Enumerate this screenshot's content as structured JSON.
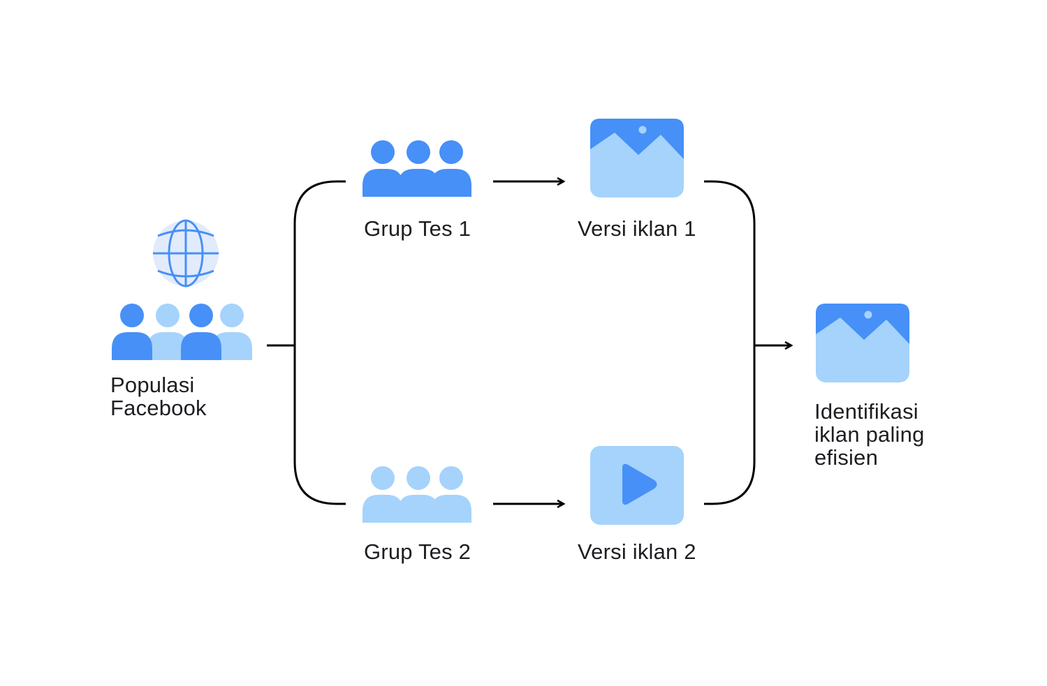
{
  "colors": {
    "primary": "#4690f7",
    "light": "#a5d3fc",
    "globe_fill": "#e2ebfb",
    "line": "#000000",
    "text": "#1c1e21"
  },
  "labels": {
    "population": "Populasi\nFacebook",
    "group1": "Grup Tes 1",
    "group2": "Grup Tes 2",
    "ad1": "Versi iklan 1",
    "ad2": "Versi iklan 2",
    "result": "Identifikasi\niklan paling\nefisien"
  },
  "icons": {
    "population": [
      "globe-icon",
      "people-icon"
    ],
    "group1": "people-group-icon",
    "group2": "people-group-icon",
    "ad1": "image-icon",
    "ad2": "video-play-icon",
    "result": "image-icon"
  }
}
